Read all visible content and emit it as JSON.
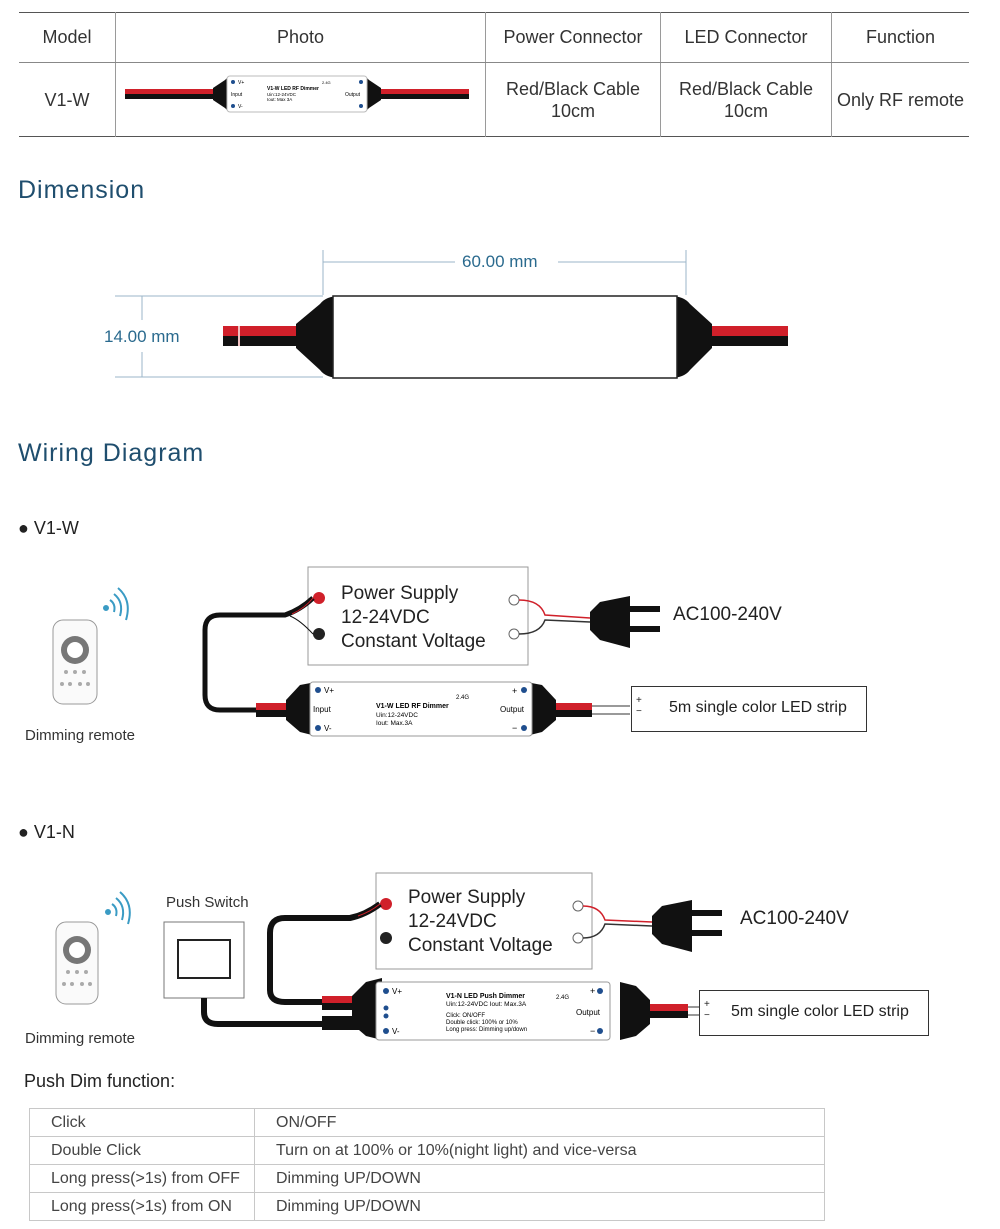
{
  "spec_table": {
    "headers": [
      "Model",
      "Photo",
      "Power Connector",
      "LED Connector",
      "Function"
    ],
    "row": {
      "model": "V1-W",
      "power_connector_line1": "Red/Black Cable",
      "power_connector_line2": "10cm",
      "led_connector_line1": "Red/Black Cable",
      "led_connector_line2": "10cm",
      "function": "Only RF remote"
    },
    "photo_labels": {
      "v_plus": "V+",
      "v_minus": "V-",
      "input": "Input",
      "output": "Output",
      "title": "V1-W   LED RF Dimmer",
      "spec1": "Uin:12-24VDC",
      "spec2": "Iout: Max 3A",
      "freq": "2.4G"
    }
  },
  "dimension": {
    "title": "Dimension",
    "length_label": "60.00 mm",
    "height_label": "14.00 mm"
  },
  "wiring": {
    "title": "Wiring Diagram",
    "v1w": {
      "bullet": "● V1-W",
      "remote_label": "Dimming remote",
      "psu_line1": "Power Supply",
      "psu_line2": "12-24VDC",
      "psu_line3": "Constant Voltage",
      "ac_label": "AC100-240V",
      "strip_label": "5m single color LED strip",
      "dimmer_title": "V1-W   LED RF Dimmer",
      "dimmer_spec1": "Uin:12-24VDC",
      "dimmer_spec2": "Iout: Max.3A",
      "dimmer_freq": "2.4G",
      "v_plus": "V+",
      "v_minus": "V-",
      "input": "Input",
      "output": "Output",
      "plus": "+",
      "minus": "−"
    },
    "v1n": {
      "bullet": "● V1-N",
      "push_switch_label": "Push Switch",
      "remote_label": "Dimming remote",
      "psu_line1": "Power Supply",
      "psu_line2": "12-24VDC",
      "psu_line3": "Constant Voltage",
      "ac_label": "AC100-240V",
      "strip_label": "5m single color LED strip",
      "dimmer_title": "V1-N   LED Push Dimmer",
      "dimmer_spec1": "Uin:12-24VDC   Iout: Max.3A",
      "dimmer_note1": "Click: ON/OFF",
      "dimmer_note2": "Double click: 100% or 10%",
      "dimmer_note3": "Long press: Dimming up/down",
      "dimmer_freq": "2.4G",
      "v_plus": "V+",
      "v_minus": "V-",
      "output": "Output",
      "plus": "+",
      "minus": "−"
    }
  },
  "push_dim": {
    "title": "Push Dim function:",
    "rows": [
      {
        "action": "Click",
        "result": "ON/OFF"
      },
      {
        "action": "Double Click",
        "result": "Turn on at 100% or 10%(night light) and vice-versa"
      },
      {
        "action": "Long press(>1s) from OFF",
        "result": "Dimming UP/DOWN"
      },
      {
        "action": "Long press(>1s) from ON",
        "result": "Dimming UP/DOWN"
      }
    ]
  },
  "colors": {
    "title_blue": "#1f4e6e",
    "wire_red": "#d0202a",
    "cap_black": "#111111"
  }
}
